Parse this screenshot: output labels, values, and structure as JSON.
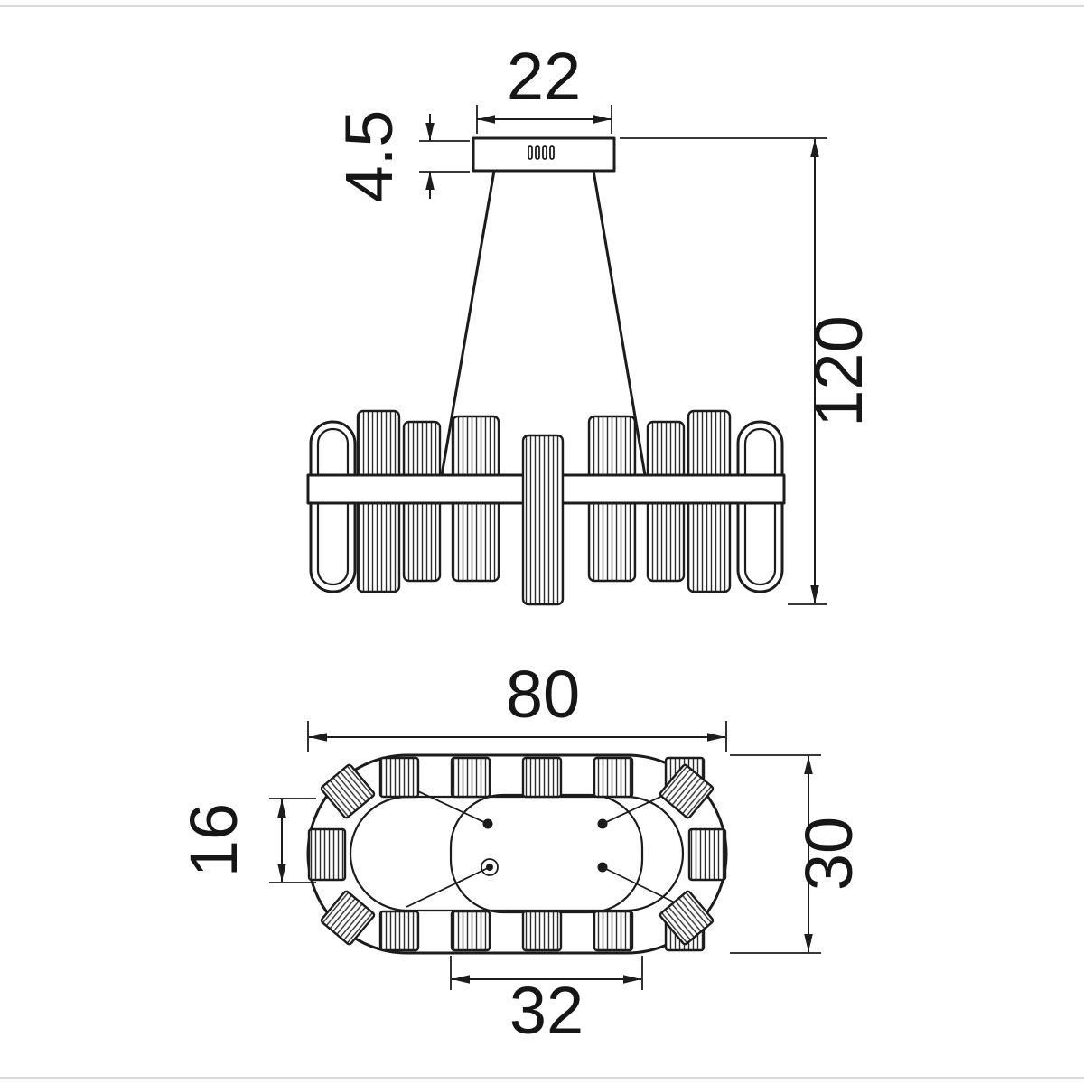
{
  "colors": {
    "background": "#ffffff",
    "line": "#1c1c1c"
  },
  "front_view": {
    "canopy_width": "22",
    "canopy_height": "4.5",
    "overall_height": "120"
  },
  "plan_view": {
    "overall_length": "80",
    "overall_depth": "30",
    "crystal_length": "16",
    "inner_mount_length": "32"
  }
}
